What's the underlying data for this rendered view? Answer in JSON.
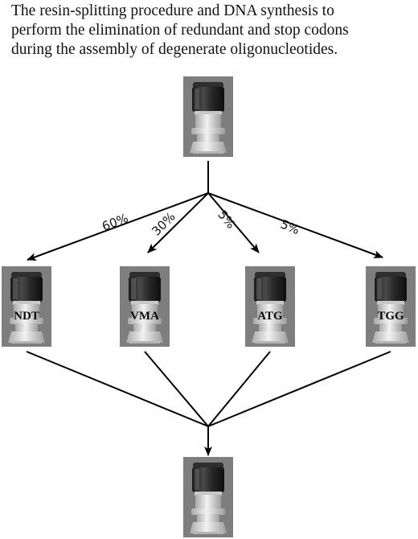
{
  "caption": {
    "lines": [
      "The resin-splitting procedure and DNA synthesis to",
      "perform the elimination of redundant and stop codons",
      "during the assembly of degenerate oligonucleotides."
    ]
  },
  "split": {
    "percentages": [
      "60%",
      "30%",
      "5%",
      "5%"
    ]
  },
  "columns": [
    {
      "label": "NDT"
    },
    {
      "label": "VMA"
    },
    {
      "label": "ATG"
    },
    {
      "label": "TGG"
    }
  ],
  "icons": {
    "column": "resin-column-icon"
  }
}
